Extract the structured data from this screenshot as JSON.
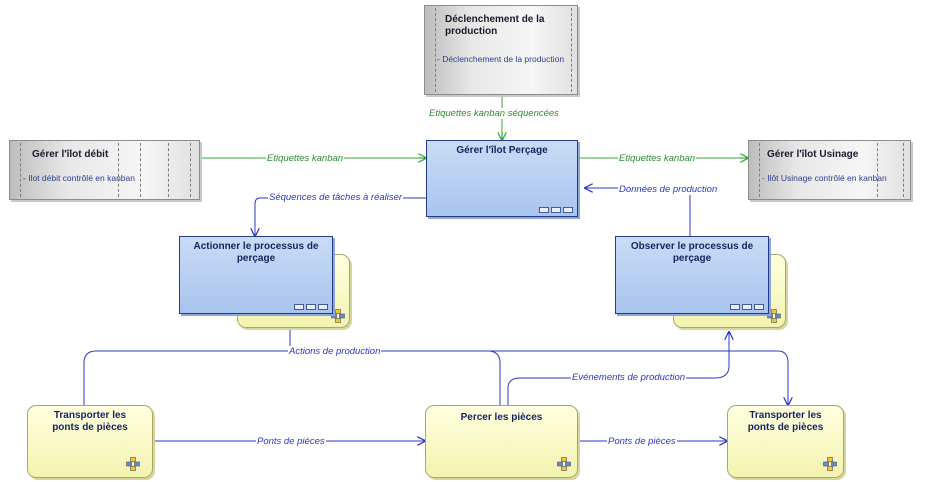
{
  "colors": {
    "green_flow": "#3aa53a",
    "blue_flow": "#2b37c9",
    "activity_fill": "#a9c4ee",
    "process_fill": "#f3f3b0",
    "external_fill": "#e0e0e0"
  },
  "externals": {
    "declenchement": {
      "title": "Déclenchement de la production",
      "desc": "- Déclenchement de la production"
    },
    "debit": {
      "title": "Gérer l'îlot débit",
      "desc": "- Ilot débit contrôlé en kanban"
    },
    "usinage": {
      "title": "Gérer l'îlot Usinage",
      "desc": "- Ilôt Usinage contrôlé en kanban"
    }
  },
  "activities": {
    "percage": {
      "title": "Gérer l'îlot Perçage"
    },
    "actionner": {
      "title": "Actionner le processus de perçage"
    },
    "observer": {
      "title": "Observer le processus de perçage"
    }
  },
  "processes": {
    "transporter1": {
      "title": "Transporter les ponts de pièces"
    },
    "percer": {
      "title": "Percer les pièces"
    },
    "transporter2": {
      "title": "Transporter les ponts de pièces"
    }
  },
  "flows": {
    "kanban_sequencees": "Etiquettes kanban séquencées",
    "kanban_left": "Etiquettes kanban",
    "kanban_right": "Etiquettes kanban",
    "donnees_production": "Données de production",
    "sequences_taches": "Séquences de tâches à réaliser",
    "actions_production": "Actions de production",
    "evenements_production": "Evénements de production",
    "ponts_left": "Ponts de pièces",
    "ponts_right": "Ponts de pièces"
  },
  "icons": {
    "process": "process-cross-icon",
    "activity": "activity-chain-icon"
  }
}
